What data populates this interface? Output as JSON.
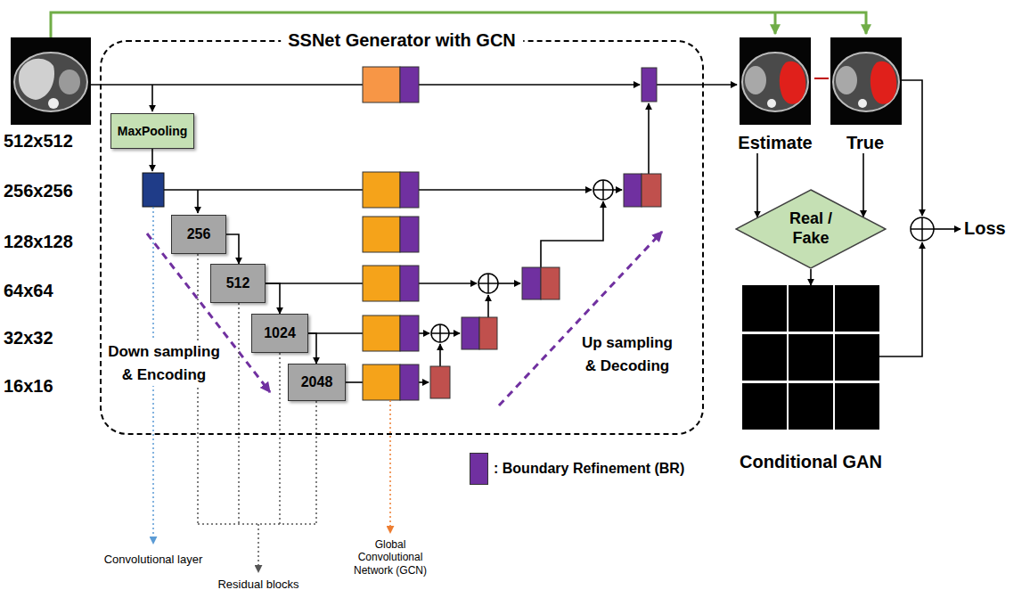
{
  "diagram": {
    "nodes": [
      {
        "text": [
          "SSNet Generator with GCN"
        ]
      },
      {
        "text": [
          "MaxPooling"
        ],
        "in": 0
      },
      {
        "text": [
          "256"
        ],
        "in": 0
      },
      {
        "text": [
          "512"
        ],
        "in": 0
      },
      {
        "text": [
          "1024"
        ],
        "in": 0
      },
      {
        "text": [
          "2048"
        ],
        "in": 0
      },
      {
        "text": [
          "Estimate"
        ]
      },
      {
        "text": [
          "True"
        ]
      },
      {
        "text": [
          "Real / Fake"
        ]
      },
      {
        "text": [
          "Conditional GAN"
        ]
      }
    ],
    "edges": [
      {
        "from": 2,
        "to": 3,
        "arrow": "to"
      },
      {
        "from": 3,
        "to": 4,
        "arrow": "to"
      },
      {
        "from": 4,
        "to": 5,
        "arrow": "to"
      },
      {
        "from": 6,
        "to": 7,
        "arrow": "none"
      },
      {
        "from": 6,
        "to": 8,
        "arrow": "to"
      },
      {
        "from": 7,
        "to": 8,
        "arrow": "to"
      },
      {
        "from": 8,
        "to": 9,
        "arrow": "to"
      }
    ],
    "labels": [
      "512x512",
      "256x256",
      "128x128",
      "64x64",
      "32x32",
      "16x16",
      "Down sampling & Encoding",
      "Up sampling & Decoding",
      "Loss",
      "Convolutional layer",
      "Residual blocks",
      "Global Convolutional Network (GCN)"
    ],
    "legend": [
      {
        "text": ": Boundary Refinement (BR)",
        "color": "#7030a0"
      }
    ]
  }
}
